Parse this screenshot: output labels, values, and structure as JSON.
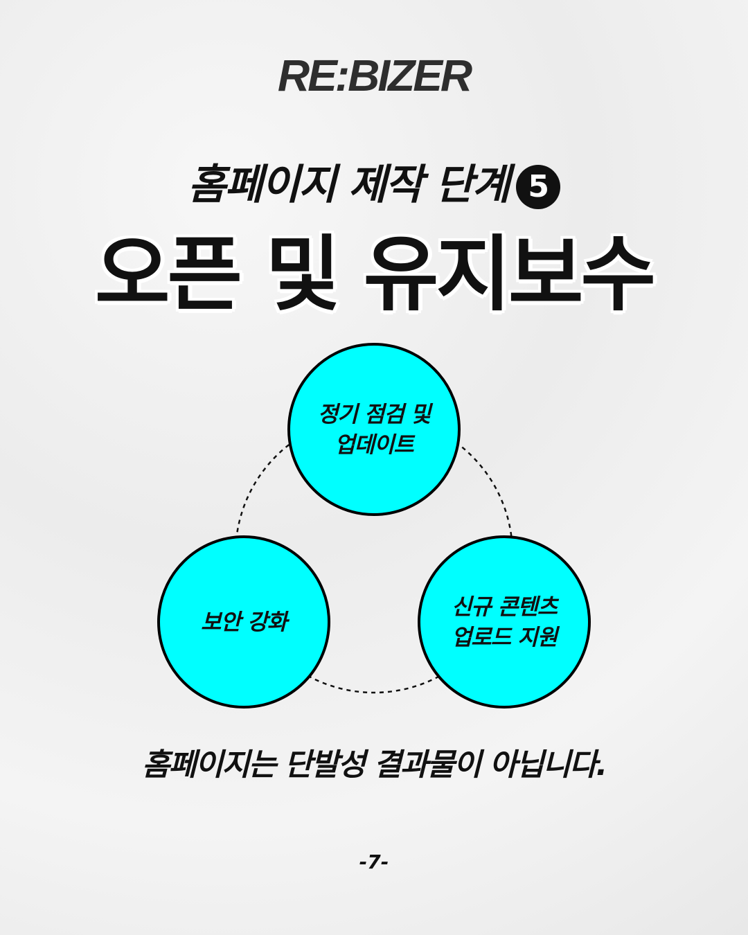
{
  "logo": "RE:BIZER",
  "subtitle": "홈페이지 제작 단계",
  "step_number": "5",
  "title": "오픈 및 유지보수",
  "circles": [
    {
      "line1": "정기 점검 및",
      "line2": "업데이트"
    },
    {
      "line1": "보안 강화"
    },
    {
      "line1": "신규 콘텐츠",
      "line2": "업로드 지원"
    }
  ],
  "tagline": "홈페이지는 단발성 결과물이 아닙니다.",
  "page_number": "-7-",
  "accent_color": "#00ffff"
}
